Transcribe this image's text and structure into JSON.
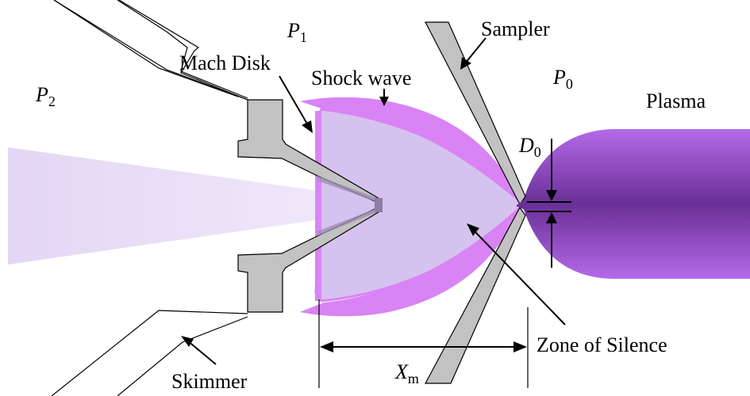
{
  "diagram": {
    "labels": {
      "p1": {
        "main": "P",
        "sub": "1"
      },
      "p2": {
        "main": "P",
        "sub": "2"
      },
      "p0": {
        "main": "P",
        "sub": "0"
      },
      "d0": {
        "main": "D",
        "sub": "0"
      },
      "xm": {
        "main": "X",
        "sub": "m"
      },
      "sampler": "Sampler",
      "mach_disk": "Mach Disk",
      "shock_wave": "Shock wave",
      "plasma": "Plasma",
      "zone_of_silence": "Zone of Silence",
      "skimmer": "Skimmer"
    },
    "colors": {
      "plasma_dark": "#6a2f96",
      "plasma_light": "#b263e6",
      "shock_wave": "#d983f5",
      "zone_fill": "#d6c2ef",
      "beam": "#ece1f7",
      "cone_gray": "#c2c2c2",
      "outline": "#000000"
    }
  }
}
